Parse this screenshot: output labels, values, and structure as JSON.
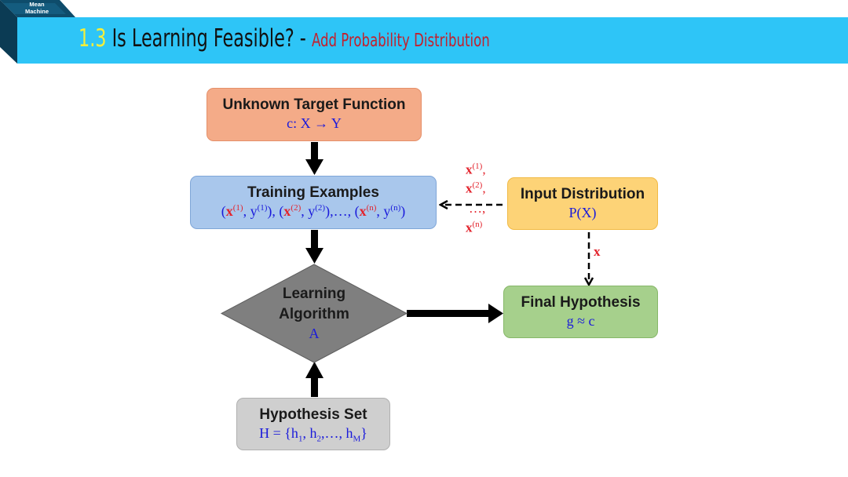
{
  "header": {
    "logo_line1": "Mean",
    "logo_line2": "Machine",
    "section_number": "1.3",
    "title": "Is Learning Feasible?",
    "separator": " - ",
    "subtitle": "Add Probability Distribution"
  },
  "diagram": {
    "target": {
      "title": "Unknown Target Function",
      "expr": "c: X → Y"
    },
    "training": {
      "title": "Training Examples",
      "x": "x",
      "y": "y",
      "idx1": "(1)",
      "idx2": "(2)",
      "idxn": "(n)",
      "ellipsis": ",…, "
    },
    "input": {
      "title": "Input Distribution",
      "expr": "P(X)"
    },
    "algorithm": {
      "line1": "Learning",
      "line2": "Algorithm",
      "expr": "A"
    },
    "final": {
      "title": "Final Hypothesis",
      "expr": "g ≈ c"
    },
    "hypothesis_set": {
      "title": "Hypothesis Set",
      "prefix": "H = {h",
      "sub1": "1",
      "sub2": "2",
      "subM": "M",
      "ellipsis": ",…, h",
      "close": "}"
    },
    "samples": {
      "x": "x",
      "s1": "(1)",
      "s2": "(2)",
      "sn": "(n)",
      "comma": ",",
      "dots": "…,"
    },
    "edge_label": "x"
  },
  "colors": {
    "banner": "#2ec5f7",
    "section_number": "#f5ef3a",
    "subtitle": "#c2212e",
    "target_box": "#f4ab88",
    "training_box": "#a9c7ec",
    "input_box": "#fdd377",
    "final_box": "#a6d08c",
    "hypothesis_box": "#cfcfcf",
    "algorithm_diamond": "#7f7f7f",
    "math_blue": "#1a1adb",
    "math_red": "#e3232c"
  }
}
